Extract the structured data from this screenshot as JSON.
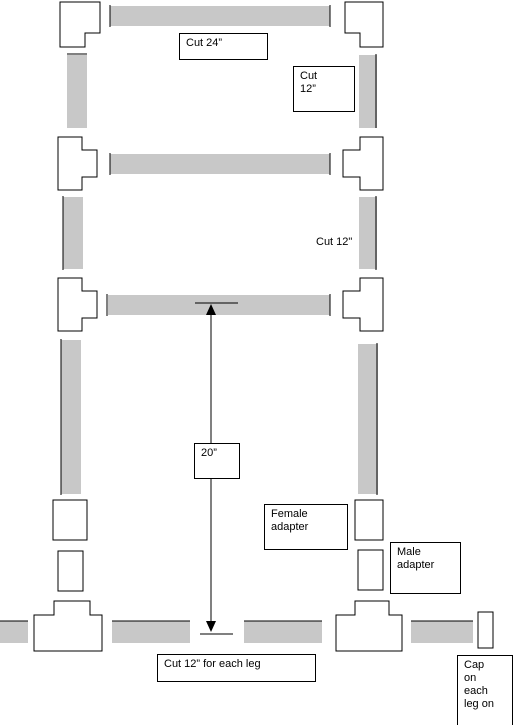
{
  "labels": {
    "cut_24": "Cut 24”",
    "cut_12_top_line1": "Cut",
    "cut_12_top_line2": "12”",
    "cut_12_mid": "Cut 12\"",
    "dim_20": "20”",
    "female_adapter_line1": "Female",
    "female_adapter_line2": "adapter",
    "male_adapter_line1": "Male",
    "male_adapter_line2": "adapter",
    "cut_12_legs": "Cut 12” for each leg",
    "cap_line1": "Cap",
    "cap_line2": "on",
    "cap_line3": "each",
    "cap_line4": "leg on"
  },
  "colors": {
    "pipe": "#c8c8c8",
    "outline": "#000000",
    "background": "#ffffff"
  }
}
